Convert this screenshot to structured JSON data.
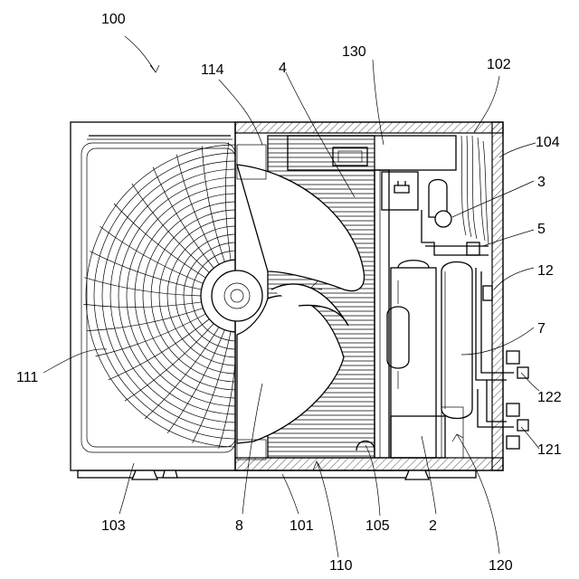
{
  "diagram": {
    "labels": {
      "l100": "100",
      "l114": "114",
      "l4": "4",
      "l130": "130",
      "l102": "102",
      "l104": "104",
      "l3": "3",
      "l5": "5",
      "l12": "12",
      "l7": "7",
      "l111": "111",
      "l122": "122",
      "l121": "121",
      "l103": "103",
      "l8": "8",
      "l101": "101",
      "l105": "105",
      "l2": "2",
      "l110": "110",
      "l120": "120"
    }
  }
}
